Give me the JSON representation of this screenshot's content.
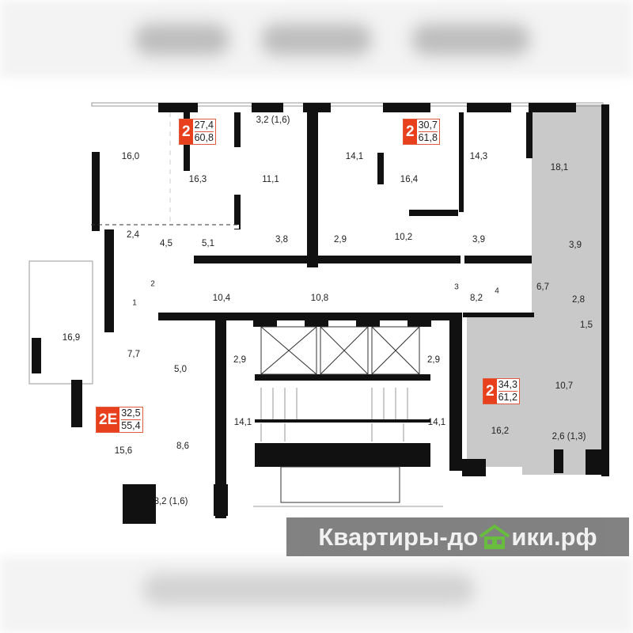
{
  "apartments": [
    {
      "rooms": "2",
      "living_area": "27,4",
      "total_area": "60,8"
    },
    {
      "rooms": "2",
      "living_area": "30,7",
      "total_area": "61,8"
    },
    {
      "rooms": "2",
      "living_area": "34,3",
      "total_area": "61,2"
    },
    {
      "rooms": "2E",
      "living_area": "32,5",
      "total_area": "55,4"
    }
  ],
  "rooms": {
    "r1": "16,0",
    "r2": "16,3",
    "r3": "11,1",
    "r4": "3,2 (1,6)",
    "r5": "14,1",
    "r6": "16,4",
    "r7": "14,3",
    "r8": "18,1",
    "r9": "2,4",
    "r10": "4,5",
    "r11": "5,1",
    "r12": "3,8",
    "r13": "2,9",
    "r14": "10,2",
    "r15": "3,9",
    "r16": "3,9",
    "r17": "6,7",
    "r18": "2,8",
    "r19": "1,5",
    "r20": "10,4",
    "r21": "10,8",
    "r22": "8,2",
    "r23": "16,9",
    "r24": "7,7",
    "r25": "5,0",
    "r26": "2,9",
    "r27": "2,9",
    "r28": "14,1",
    "r29": "14,1",
    "r30": "10,7",
    "r31": "16,2",
    "r32": "2,6 (1,3)",
    "r33": "8,6",
    "r34": "15,6",
    "r35": "3,2 (1,6)"
  },
  "door_numbers": [
    "1",
    "2",
    "3",
    "4"
  ],
  "watermark": {
    "before": "Квартиры-до",
    "after": "ики.рф"
  },
  "colors": {
    "accent": "#e8401c",
    "wall": "#111111",
    "highlight": "#c8c8c8"
  }
}
